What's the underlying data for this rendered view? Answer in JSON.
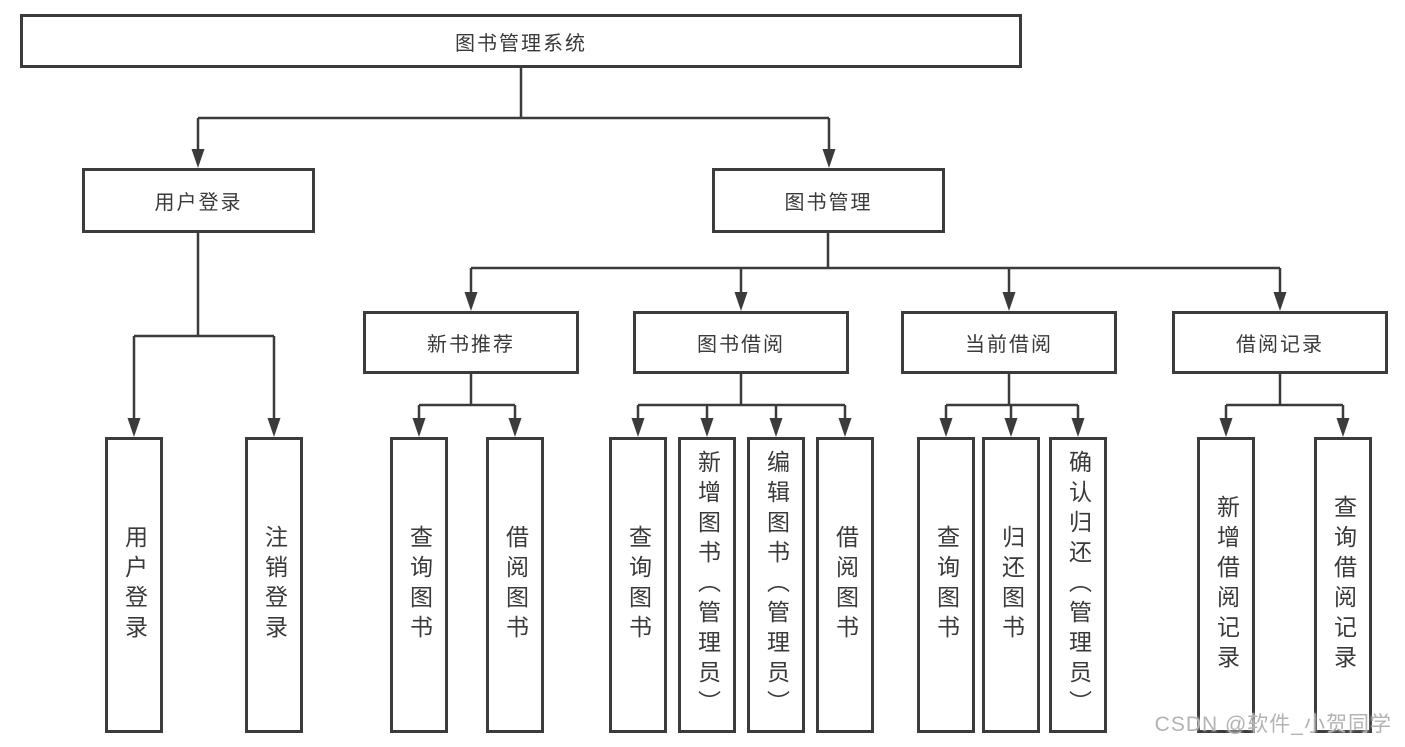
{
  "colors": {
    "line": "#3b3b3b",
    "text": "#3a3a3a",
    "background": "#ffffff",
    "watermark": "#b3b3b3"
  },
  "tree": {
    "label": "图书管理系统",
    "children": [
      {
        "label": "用户登录",
        "children": [
          {
            "label": "用户登录"
          },
          {
            "label": "注销登录"
          }
        ]
      },
      {
        "label": "图书管理",
        "children": [
          {
            "label": "新书推荐",
            "children": [
              {
                "label": "查询图书"
              },
              {
                "label": "借阅图书"
              }
            ]
          },
          {
            "label": "图书借阅",
            "children": [
              {
                "label": "查询图书"
              },
              {
                "label": "新增图书（管理员）"
              },
              {
                "label": "编辑图书（管理员）"
              },
              {
                "label": "借阅图书"
              }
            ]
          },
          {
            "label": "当前借阅",
            "children": [
              {
                "label": "查询图书"
              },
              {
                "label": "归还图书"
              },
              {
                "label": "确认归还（管理员）"
              }
            ]
          },
          {
            "label": "借阅记录",
            "children": [
              {
                "label": "新增借阅记录"
              },
              {
                "label": "查询借阅记录"
              }
            ]
          }
        ]
      }
    ]
  },
  "watermark": {
    "text": "CSDN @软件_小贺同学"
  }
}
